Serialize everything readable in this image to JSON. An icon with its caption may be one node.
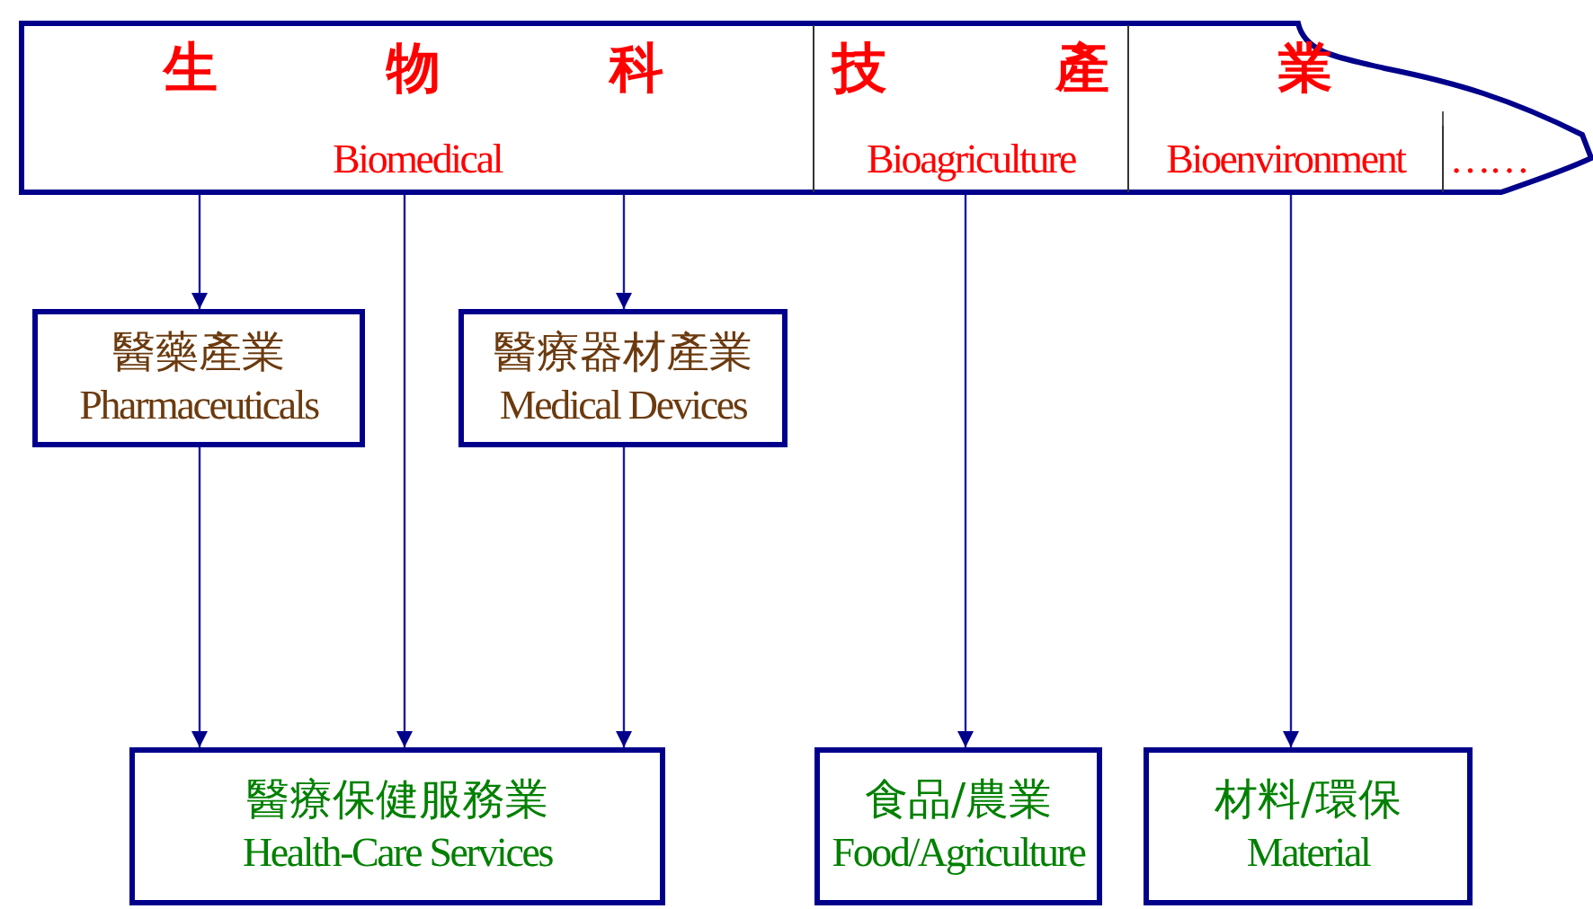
{
  "diagram": {
    "nodes": [
      {
        "text": [
          "生物科技產業"
        ]
      },
      {
        "text": [
          "Biomedical"
        ],
        "in": 0
      },
      {
        "text": [
          "Bioagriculture"
        ],
        "in": 0
      },
      {
        "text": [
          "Bioenvironment"
        ],
        "in": 0
      },
      {
        "text": [
          "……"
        ],
        "in": 0
      },
      {
        "text": [
          "醫藥產業",
          "Pharmaceuticals"
        ]
      },
      {
        "text": [
          "醫療器材產業",
          "Medical Devices"
        ]
      },
      {
        "text": [
          "醫療保健服務業",
          "Health-Care Services"
        ]
      },
      {
        "text": [
          "食品/農業",
          "Food/Agriculture"
        ]
      },
      {
        "text": [
          "材料/環保",
          "Material"
        ]
      }
    ],
    "edges": [
      {
        "from": 1,
        "to": 5,
        "arrow": "to"
      },
      {
        "from": 1,
        "to": 7,
        "arrow": "to"
      },
      {
        "from": 1,
        "to": 6,
        "arrow": "to"
      },
      {
        "from": 5,
        "to": 7,
        "arrow": "to"
      },
      {
        "from": 6,
        "to": 7,
        "arrow": "to"
      },
      {
        "from": 2,
        "to": 8,
        "arrow": "to"
      },
      {
        "from": 3,
        "to": 9,
        "arrow": "to"
      }
    ]
  }
}
